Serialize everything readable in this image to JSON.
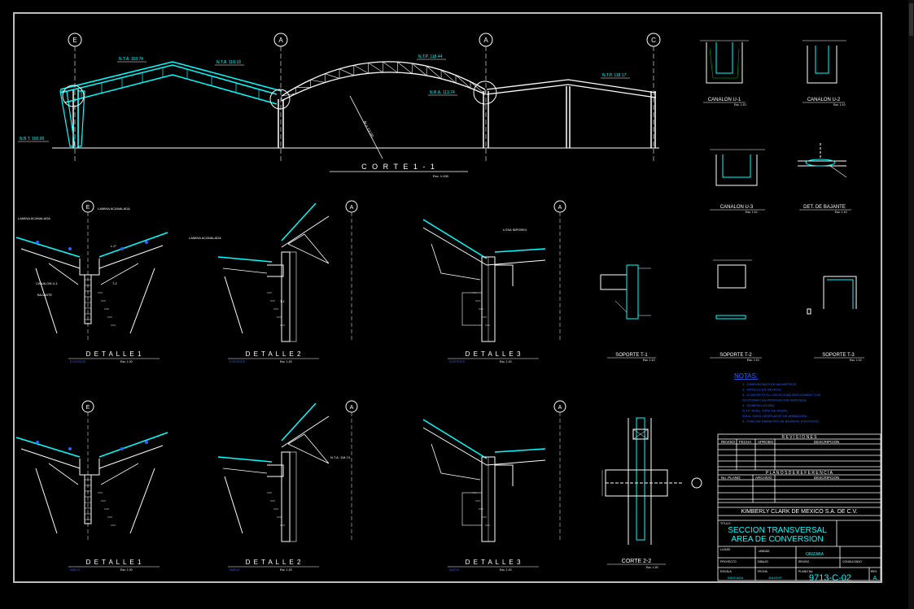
{
  "grid_bubbles": [
    "E",
    "A",
    "A",
    "C"
  ],
  "section_main": {
    "title": "C O R T E   1 - 1",
    "scale": "Esc. 1:100"
  },
  "levels": [
    "N.T.A. 118.74",
    "N.T.A. 118.18",
    "N.T.P. 118.44",
    "N.T.P. 118.17",
    "N.B.A. 113.74",
    "N.B.T. 100.00"
  ],
  "details": [
    {
      "title": "D E T A L L E   1",
      "sub": "EXISTENTE",
      "scale": "Esc. 1:20",
      "bubble": "E"
    },
    {
      "title": "D E T A L L E   2",
      "sub": "EXISTENTE",
      "scale": "Esc. 1:20",
      "bubble": "A"
    },
    {
      "title": "D E T A L L E   3",
      "sub": "EXISTENTE",
      "scale": "Esc. 1:20",
      "bubble": "A"
    },
    {
      "title": "D E T A L L E   1",
      "sub": "NUEVO",
      "scale": "Esc. 1:20",
      "bubble": "E"
    },
    {
      "title": "D E T A L L E   2",
      "sub": "NUEVO",
      "scale": "Esc. 1:20",
      "bubble": "A"
    },
    {
      "title": "D E T A L L E   3",
      "sub": "NUEVO",
      "scale": "Esc. 1:20",
      "bubble": "A"
    }
  ],
  "detail_labels": [
    "LAMINA ACANALADA",
    "LAMINA ACANALADA",
    "LAMINA ACANALADA",
    "LOSA INPOREX",
    "CANALON U-1",
    "BAJANTE",
    "L-2\"",
    "T-2",
    "T-1",
    "N.T.A. 118.74"
  ],
  "canalones": [
    {
      "title": "CANALON  U-1",
      "scale": "Esc. 1:10"
    },
    {
      "title": "CANALON  U-2",
      "scale": "Esc. 1:10"
    },
    {
      "title": "CANALON  U-3",
      "scale": "Esc. 1:10"
    },
    {
      "title": "DET. DE BAJANTE",
      "scale": "Esc. 1:10"
    }
  ],
  "soportes": [
    {
      "title": "SOPORTE  T-1",
      "scale": "Esc. 1:10"
    },
    {
      "title": "SOPORTE  T-2",
      "scale": "Esc. 1:10"
    },
    {
      "title": "SOPORTE  T-3",
      "scale": "Esc. 1:10"
    }
  ],
  "corte2": {
    "title": "CORTE  2-2",
    "scale": "Esc. 1:20"
  },
  "notas": {
    "title": "NOTAS:",
    "items": [
      "1.- DIMENSIONES EN MILIMETROS.",
      "2.- NIVELES EN METROS.",
      "3.- CONCRETO f'c= 250 KG/CM2 ADICIONADO CON",
      "    FESTERMIX EN PROPORCION INDICADA.",
      "4.- NOMENCLATURA:",
      "    N.T.P. NIVEL TOPE DE PERFIL",
      "    N.B.A. NIVEL DESPLANTE DE ARMADURA",
      "5.- CHECAR DIAMETRO DE BAJANTE EXISTENTE."
    ]
  },
  "titleblock": {
    "revisiones": "R E V I S I O N E S",
    "rev_cols": [
      "REVISO",
      "FECHA",
      "APROBO",
      "DESCRIPCION"
    ],
    "planos": "P L A N O S   D E   R E F E R E N C I A",
    "planos_cols": [
      "No. PLANO",
      "ARCHIVO",
      "DESCRIPCION"
    ],
    "company": "KIMBERLY CLARK DE MEXICO S.A. DE C.V.",
    "titulo_label": "TITULO",
    "titulo1": "SECCION TRANSVERSAL",
    "titulo2": "AREA DE CONVERSION",
    "lugar_label": "LUGAR",
    "lugar_val": "UNIDAD",
    "lugar_right": "ORIZABA",
    "row_labels": [
      "PROYECTO",
      "DIBUJO",
      "REVISO",
      "CONSULTADO"
    ],
    "escala_label": "ESCALA",
    "escala_val": "INDICADA",
    "fecha_label": "FECHA",
    "fecha_val": "JULIO/97",
    "plano_label": "PLANO No.",
    "plano_val": "9713-C-02",
    "rev_label": "REV.",
    "rev_val": "A"
  },
  "colors": {
    "line": "#ffffff",
    "cyan": "#00ffff",
    "blue": "#3060ff",
    "yellow": "#ffff00",
    "green": "#00c800",
    "magenta": "#ff00ff",
    "red": "#ff3030"
  }
}
